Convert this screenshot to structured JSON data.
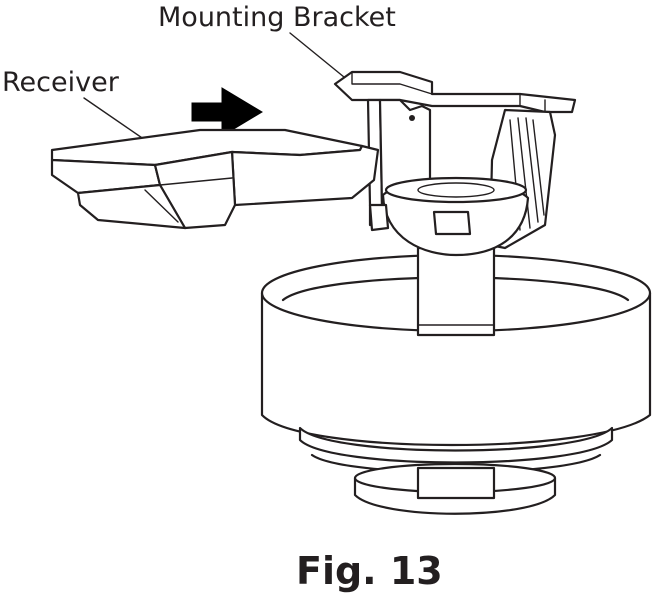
{
  "figure": {
    "caption": "Fig. 13",
    "callouts": [
      {
        "id": "mounting-bracket",
        "text": "Mounting Bracket"
      },
      {
        "id": "receiver",
        "text": "Receiver"
      }
    ],
    "colors": {
      "line": "#231f20",
      "background": "#ffffff",
      "arrow": "#000000"
    }
  }
}
